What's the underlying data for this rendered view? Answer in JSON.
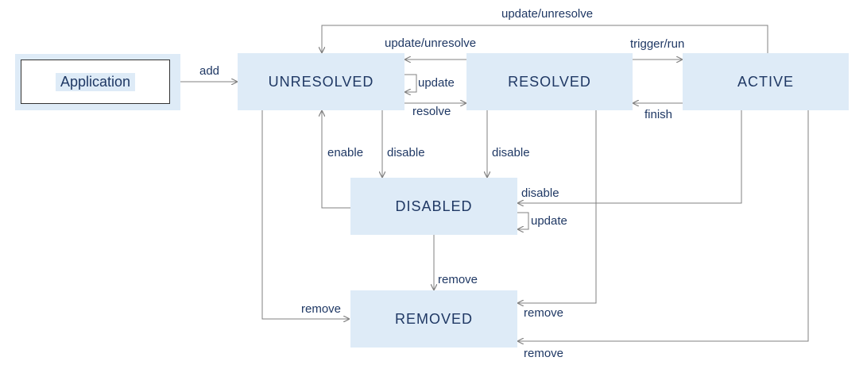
{
  "nodes": {
    "application": "Application",
    "unresolved": "UNRESOLVED",
    "resolved": "RESOLVED",
    "active": "ACTIVE",
    "disabled": "DISABLED",
    "removed": "REMOVED"
  },
  "edges": {
    "add": "add",
    "update_unresolve_top": "update/unresolve",
    "update_unresolve": "update/unresolve",
    "trigger_run": "trigger/run",
    "update_self_unresolved": "update",
    "resolve": "resolve",
    "finish": "finish",
    "enable": "enable",
    "disable_unresolved": "disable",
    "disable_resolved": "disable",
    "disable_active": "disable",
    "update_self_disabled": "update",
    "remove_disabled": "remove",
    "remove_unresolved": "remove",
    "remove_resolved": "remove",
    "remove_active": "remove"
  },
  "colors": {
    "box_fill": "#deebf7",
    "text": "#1f3864",
    "line": "#808080"
  }
}
